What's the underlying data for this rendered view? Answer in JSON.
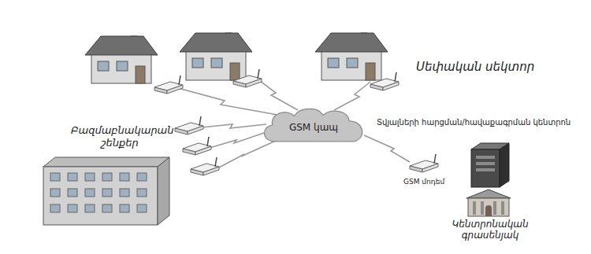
{
  "diagram": {
    "nodes": [
      {
        "text": [
          "GSM կապ"
        ]
      }
    ],
    "labels": [
      "Սեփական սեկտոր",
      "Բազմաբնակարան շենքեր",
      "Տվյալների հարցման/հավաքագրման կենտրոն",
      "GSM մոդեմ",
      "Կենտրոնական գրասենյակ"
    ]
  }
}
